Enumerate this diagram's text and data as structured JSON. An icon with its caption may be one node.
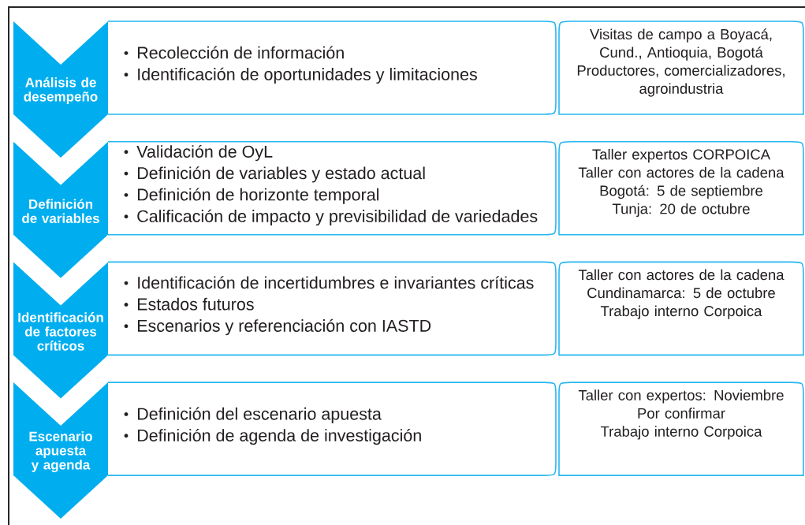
{
  "diagram": {
    "nodes": [
      {
        "text": [
          "Análisis de desempeño"
        ]
      },
      {
        "text": [
          "Recolección de información",
          "Identificación de oportunidades y limitaciones"
        ]
      },
      {
        "text": [
          "Visitas de campo a Boyacá, Cund., Antioquia, Bogotá",
          "Productores, comercializadores, agroindustria"
        ]
      },
      {
        "text": [
          "Definición de variables"
        ]
      },
      {
        "text": [
          "Validación de OyL",
          "Definición de variables y estado actual",
          "Definición de horizonte temporal",
          "Calificación de impacto y previsibilidad de variedades"
        ]
      },
      {
        "text": [
          "Taller expertos CORPOICA",
          "Taller con actores de la cadena",
          "Bogotá: 5 de septiembre",
          "Tunja: 20 de octubre"
        ]
      },
      {
        "text": [
          "Identificación de factores críticos"
        ]
      },
      {
        "text": [
          "Identificación de incertidumbres e invariantes críticas",
          "Estados futuros",
          "Escenarios y referenciación con IASTD"
        ]
      },
      {
        "text": [
          "Taller con actores de la cadena",
          "Cundinamarca: 5 de octubre",
          "Trabajo interno Corpoica"
        ]
      },
      {
        "text": [
          "Escenario apuesta y agenda"
        ]
      },
      {
        "text": [
          "Definición del escenario apuesta",
          "Definición de agenda de investigación"
        ]
      },
      {
        "text": [
          "Taller con expertos: Noviembre",
          "Por confirmar",
          "Trabajo interno Corpoica"
        ]
      }
    ]
  }
}
